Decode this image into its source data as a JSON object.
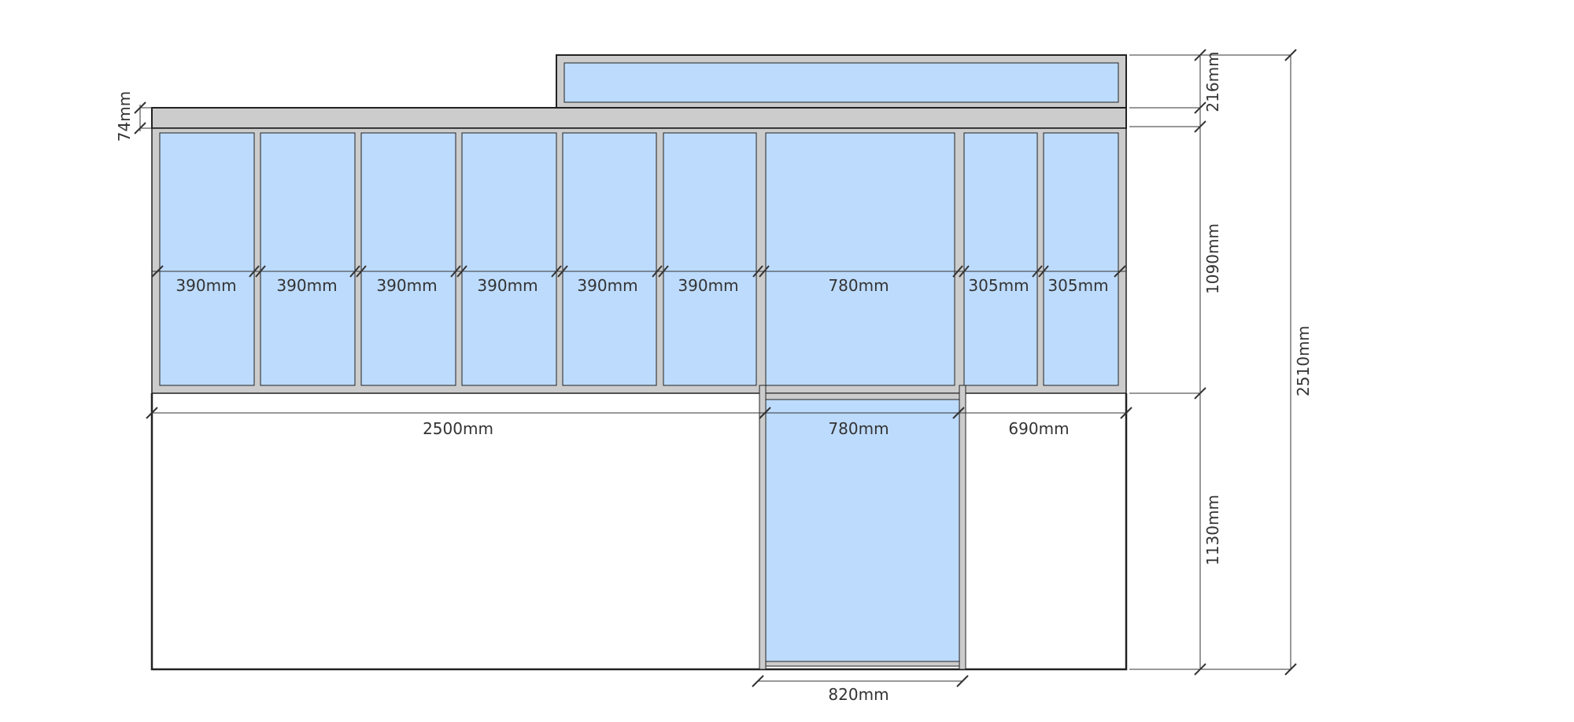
{
  "colors": {
    "glass": "#bddbfc",
    "frame": "#cccccc",
    "outline": "#222222",
    "dimension_line": "#333333",
    "background": "#ffffff"
  },
  "dimensions": {
    "transom_height": "216mm",
    "header_height": "74mm",
    "upper_height": "1090mm",
    "total_height": "2510mm",
    "lower_height": "1130mm",
    "pane_a": "390mm",
    "pane_b": "390mm",
    "pane_c": "390mm",
    "pane_d": "390mm",
    "pane_e": "390mm",
    "pane_f": "390mm",
    "pane_door_upper": "780mm",
    "pane_g": "305mm",
    "pane_h": "305mm",
    "wall_left_width": "2500mm",
    "door_width": "780mm",
    "wall_right_width": "690mm",
    "door_outer_width": "820mm"
  }
}
